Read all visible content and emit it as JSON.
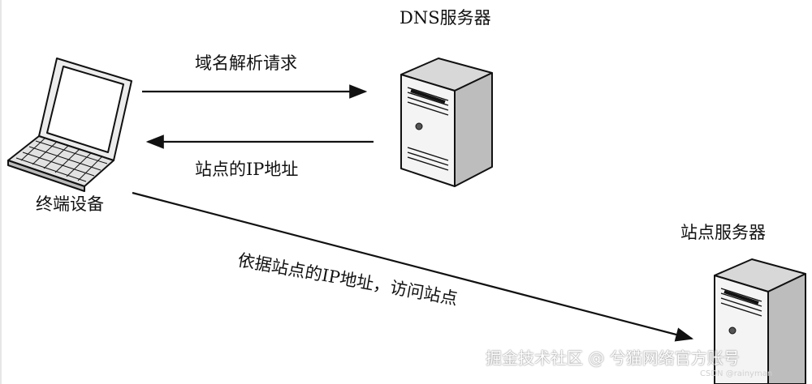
{
  "labels": {
    "dns_server": "DNS服务器",
    "domain_request": "域名解析请求",
    "site_ip": "站点的IP地址",
    "terminal": "终端设备",
    "site_server": "站点服务器",
    "access": "依据站点的IP地址，访问站点"
  },
  "watermark": {
    "text": "掘金技术社区 @ 兮猫网络官方账号",
    "small": "CSDN @rainyman"
  },
  "icons": {
    "terminal": "laptop-icon",
    "dns": "server-tower-icon",
    "site": "server-tower-icon"
  },
  "colors": {
    "stroke": "#111111",
    "text": "#111111",
    "server_front": "#f4f4f4",
    "server_side": "#bdbdbd",
    "server_top": "#d8d8d8",
    "screen": "#ffffff"
  }
}
